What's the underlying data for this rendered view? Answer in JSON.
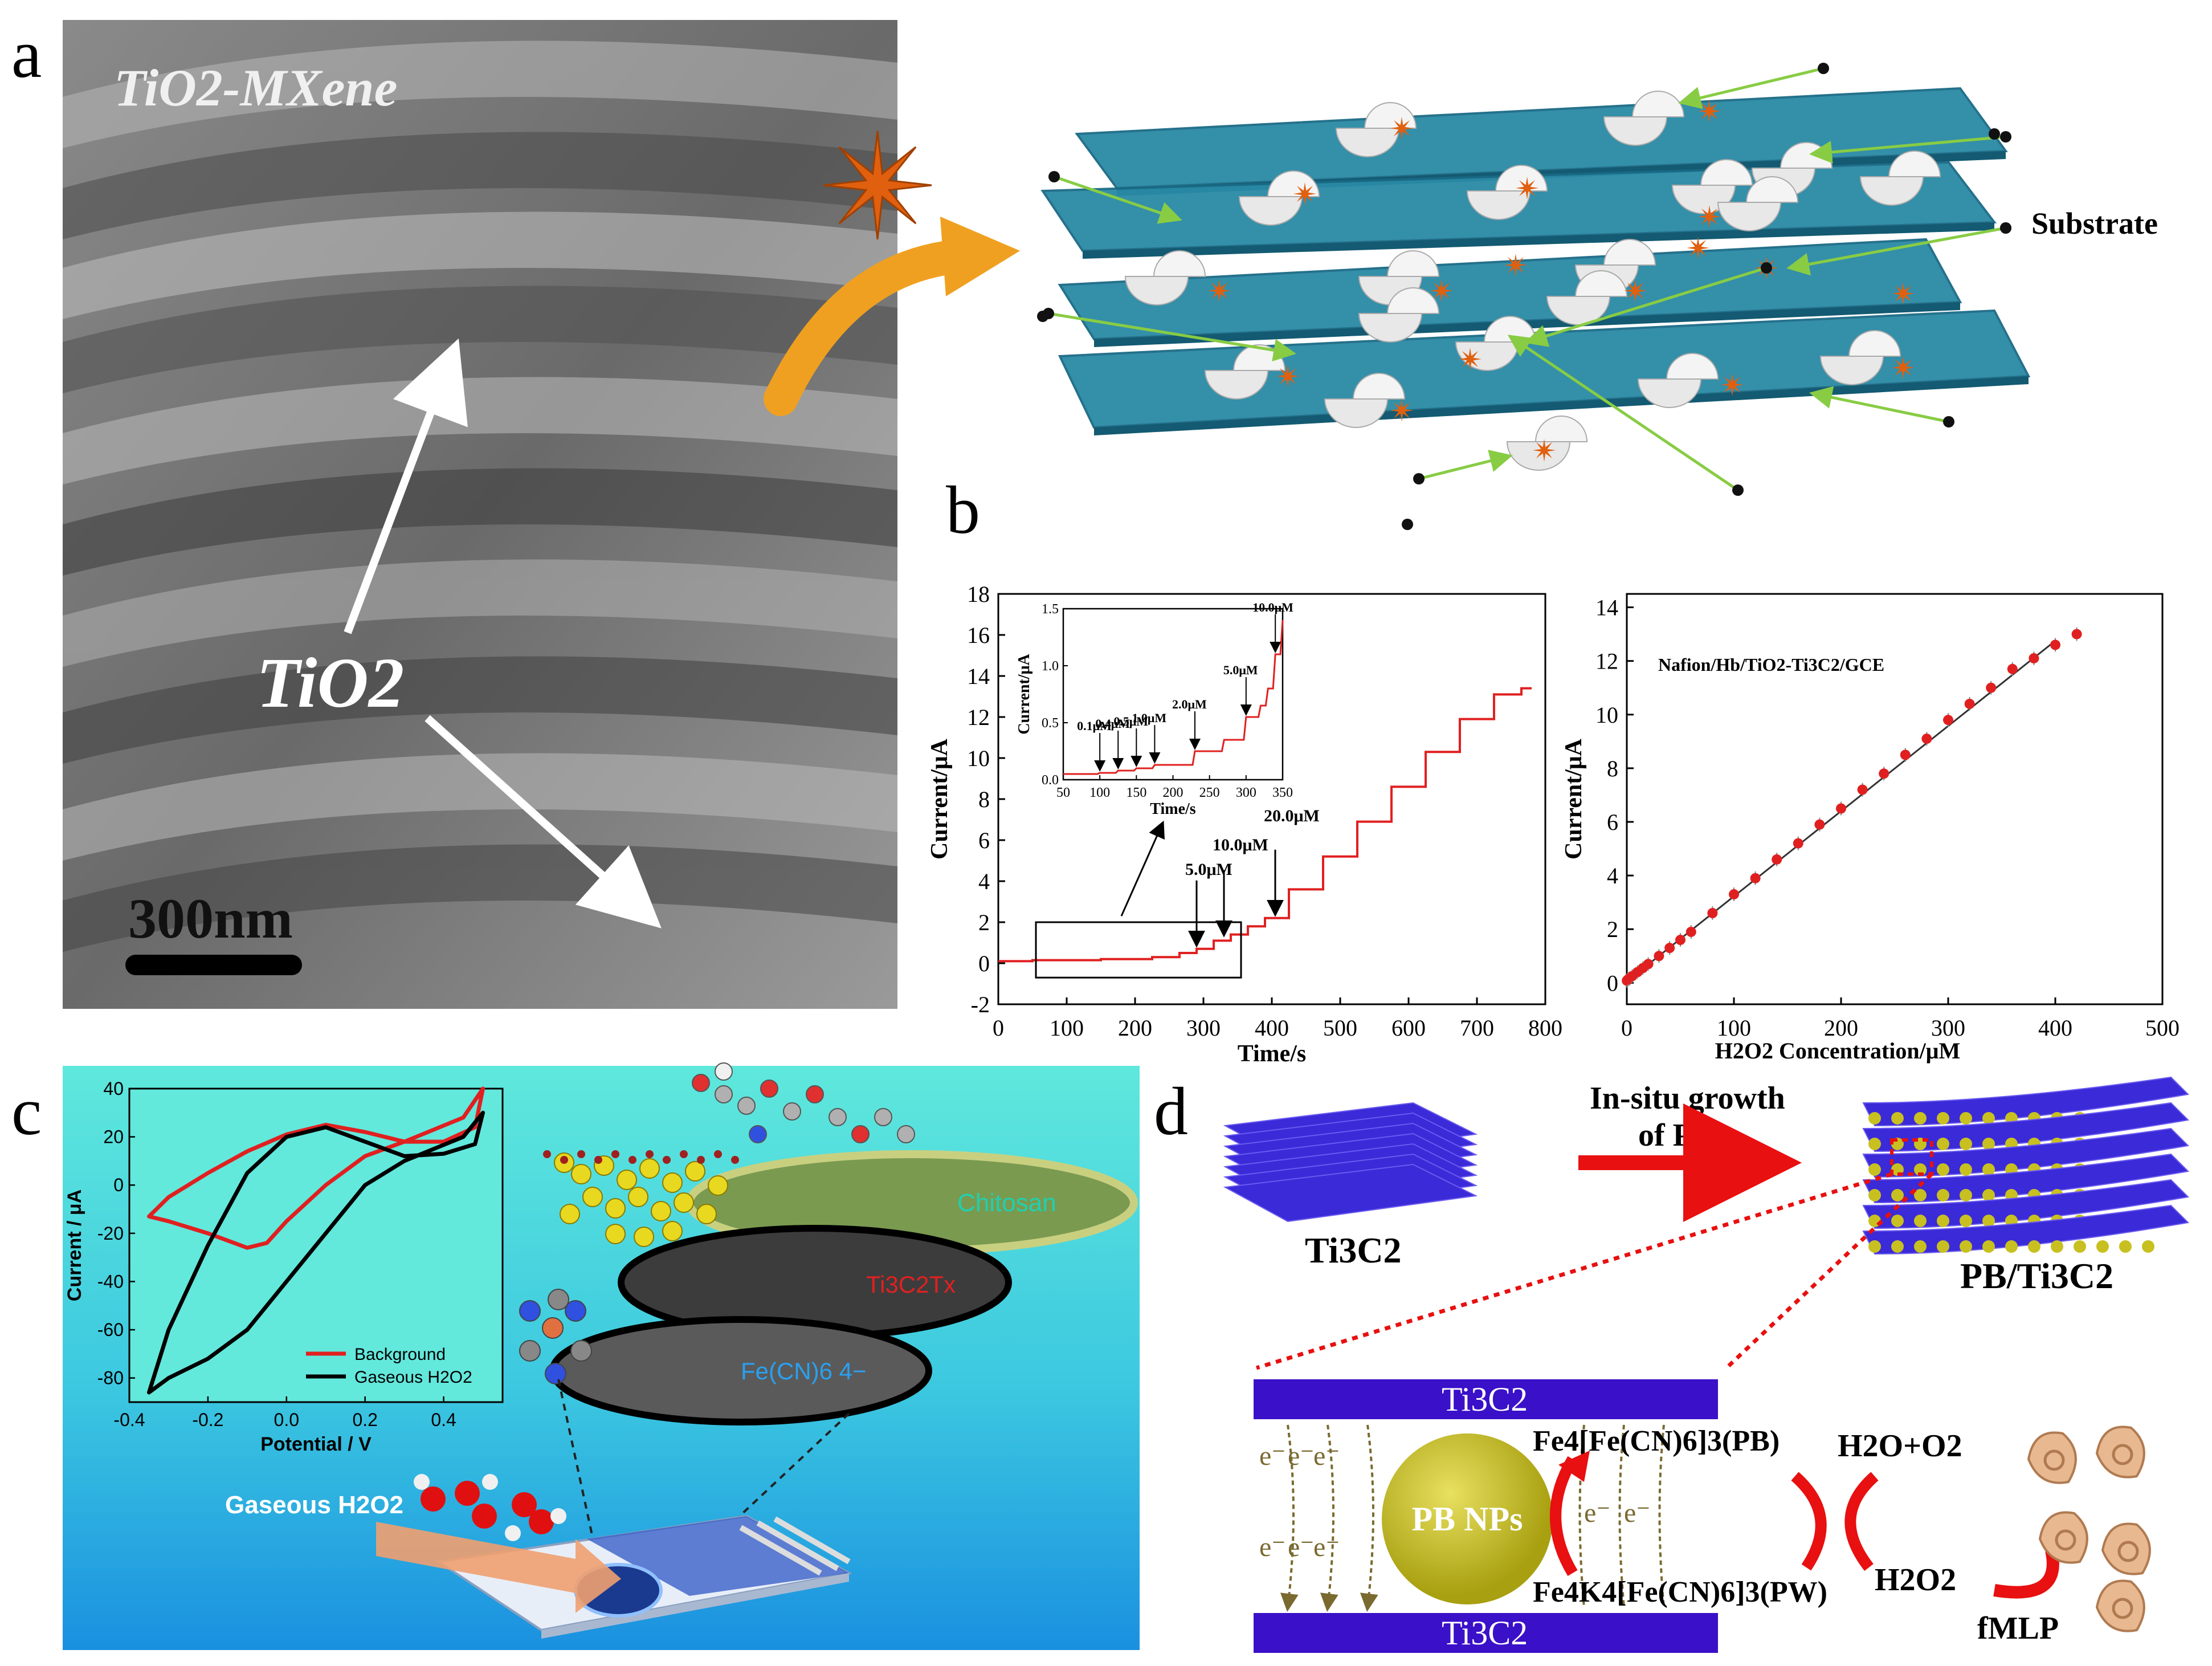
{
  "panel_labels": [
    "a",
    "b",
    "c",
    "d"
  ],
  "panel_a": {
    "sem_title": "TiO2-MXene",
    "sem_callout": "TiO2",
    "scale_bar": "300nm",
    "schematic_label": "Substrate",
    "colors": {
      "sheet": "#2a8aa5",
      "sheet_edge": "#1a6a85",
      "arrow_orange": "#f0a020",
      "arrow_green": "#88cc44",
      "star": "#e06010"
    }
  },
  "panel_b": {
    "left_chart": {
      "xlabel": "Time/s",
      "ylabel": "Current/μA",
      "xticks": [
        "0",
        "100",
        "200",
        "300",
        "400",
        "500",
        "600",
        "700",
        "800"
      ],
      "yticks": [
        "-2",
        "0",
        "2",
        "4",
        "6",
        "8",
        "10",
        "12",
        "14",
        "16",
        "18"
      ],
      "annotations": [
        "5.0μM",
        "10.0μM",
        "20.0μM"
      ],
      "inset": {
        "xlabel": "Time/s",
        "ylabel": "Current/μA",
        "xticks": [
          "50",
          "100",
          "150",
          "200",
          "250",
          "300",
          "350"
        ],
        "yticks": [
          "0.0",
          "0.5",
          "1.0",
          "1.5"
        ],
        "annotations": [
          "0.1μM",
          "0.4μM",
          "0.5μM",
          "1.0μM",
          "2.0μM",
          "5.0μM",
          "10.0μM"
        ]
      }
    },
    "right_chart": {
      "xlabel": "H2O2 Concentration/μM",
      "ylabel": "Current/μA",
      "legend": "Nafion/Hb/TiO2-Ti3C2/GCE",
      "xticks": [
        "0",
        "100",
        "200",
        "300",
        "400",
        "500"
      ],
      "yticks": [
        "0",
        "2",
        "4",
        "6",
        "8",
        "10",
        "12",
        "14"
      ]
    }
  },
  "panel_c": {
    "chart": {
      "xlabel": "Potential / V",
      "ylabel": "Current / μA",
      "xticks": [
        "-0.4",
        "-0.2",
        "0.0",
        "0.2",
        "0.4"
      ],
      "yticks": [
        "40",
        "20",
        "0",
        "-20",
        "-40",
        "-60",
        "-80"
      ],
      "legend": [
        "Background",
        "Gaseous H2O2"
      ]
    },
    "layer_labels": [
      "Chitosan",
      "Ti3C2Tx",
      "Fe(CN)6 4−"
    ],
    "gas_label": "Gaseous H2O2",
    "colors": {
      "bg_top": "#5fe8dc",
      "bg_bottom": "#1a90e0",
      "background_curve": "#e02020",
      "h2o2_curve": "#000000"
    }
  },
  "panel_d": {
    "arrow_label": [
      "In-situ growth",
      "of PB"
    ],
    "left_label": "Ti3C2",
    "right_label": "PB/Ti3C2",
    "top_bar": "Ti3C2",
    "bottom_bar": "Ti3C2",
    "particle": "PB NPs",
    "electrons": "e⁻",
    "pb_formula": "Fe4[Fe(CN)6]3(PB)",
    "pw_formula": "Fe4K4[Fe(CN)6]3(PW)",
    "products": "H2O+O2",
    "h2o2": "H2O2",
    "stimulus": "fMLP",
    "colors": {
      "bar": "#3a10c8",
      "sheet": "#3a2ad8",
      "particle": "#c8c020",
      "arrow_red": "#e81010"
    }
  },
  "chart_data": [
    {
      "type": "line",
      "xlabel": "Time/s",
      "ylabel": "Current/μA",
      "xlim": [
        0,
        800
      ],
      "ylim": [
        -2,
        18
      ],
      "series": [
        {
          "x": [
            0,
            100,
            200,
            250,
            280,
            300,
            330,
            350,
            380,
            400,
            450,
            500,
            550,
            600,
            650,
            700,
            750,
            780
          ],
          "values": [
            0.1,
            0.15,
            0.2,
            0.3,
            0.5,
            0.7,
            1.1,
            1.4,
            1.8,
            2.2,
            3.6,
            5.2,
            6.9,
            8.6,
            10.3,
            11.9,
            13.1,
            13.4
          ]
        }
      ]
    },
    {
      "type": "line",
      "xlabel": "Time/s",
      "ylabel": "Current/μA",
      "xlim": [
        50,
        350
      ],
      "ylim": [
        0,
        1.5
      ],
      "series": [
        {
          "x": [
            50,
            100,
            125,
            150,
            175,
            230,
            270,
            300,
            320,
            330,
            340,
            350
          ],
          "values": [
            0.05,
            0.06,
            0.08,
            0.1,
            0.13,
            0.25,
            0.35,
            0.55,
            0.65,
            0.8,
            1.1,
            1.4
          ]
        }
      ]
    },
    {
      "type": "scatter",
      "xlabel": "H2O2 Concentration/μM",
      "ylabel": "Current/μA",
      "xlim": [
        0,
        500
      ],
      "ylim": [
        0,
        14
      ],
      "series": [
        {
          "name": "Nafion/Hb/TiO2-Ti3C2/GCE",
          "x": [
            0.1,
            0.5,
            1,
            2,
            5,
            10,
            15,
            20,
            30,
            40,
            50,
            60,
            80,
            100,
            120,
            140,
            160,
            180,
            200,
            220,
            240,
            260,
            280,
            300,
            320,
            340,
            360,
            380,
            400,
            420
          ],
          "values": [
            0.08,
            0.1,
            0.12,
            0.15,
            0.25,
            0.4,
            0.55,
            0.7,
            1.0,
            1.3,
            1.6,
            1.9,
            2.6,
            3.3,
            3.9,
            4.6,
            5.2,
            5.9,
            6.5,
            7.2,
            7.8,
            8.5,
            9.1,
            9.8,
            10.4,
            11.0,
            11.7,
            12.1,
            12.6,
            13.0
          ]
        }
      ]
    },
    {
      "type": "line",
      "xlabel": "Potential / V",
      "ylabel": "Current / μA",
      "xlim": [
        -0.4,
        0.55
      ],
      "ylim": [
        -90,
        40
      ],
      "series": [
        {
          "name": "Background",
          "x": [
            -0.35,
            -0.3,
            -0.2,
            -0.1,
            0.0,
            0.1,
            0.2,
            0.3,
            0.4,
            0.48,
            0.5,
            0.45,
            0.3,
            0.2,
            0.1,
            0.0,
            -0.05,
            -0.1,
            -0.2,
            -0.3,
            -0.35
          ],
          "values": [
            -13,
            -5,
            5,
            14,
            21,
            25,
            22,
            18,
            18,
            24,
            40,
            28,
            18,
            12,
            0,
            -15,
            -24,
            -26,
            -20,
            -15,
            -13
          ]
        },
        {
          "name": "Gaseous H2O2",
          "x": [
            -0.35,
            -0.3,
            -0.2,
            -0.1,
            0.0,
            0.1,
            0.2,
            0.3,
            0.4,
            0.48,
            0.5,
            0.45,
            0.3,
            0.2,
            0.1,
            0.0,
            -0.1,
            -0.2,
            -0.3,
            -0.35
          ],
          "values": [
            -86,
            -60,
            -25,
            5,
            20,
            24,
            18,
            12,
            13,
            17,
            30,
            20,
            10,
            0,
            -20,
            -40,
            -60,
            -72,
            -80,
            -86
          ]
        }
      ]
    }
  ]
}
